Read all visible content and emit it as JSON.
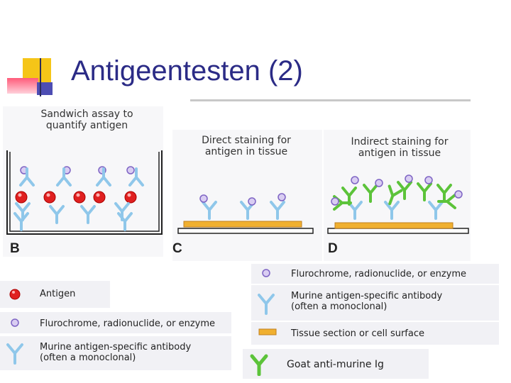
{
  "slide": {
    "title": "Antigeentesten (2)"
  },
  "panel_b": {
    "caption_line1": "Sandwich assay to",
    "caption_line2": "quantify antigen",
    "letter": "B"
  },
  "panel_c": {
    "caption_line1": "Direct staining for",
    "caption_line2": "antigen in tissue",
    "letter": "C"
  },
  "panel_d": {
    "caption_line1": "Indirect staining for",
    "caption_line2": "antigen in tissue",
    "letter": "D"
  },
  "legend_left": {
    "antigen": "Antigen",
    "marker": "Flurochrome, radionuclide, or enzyme",
    "antibody_line1": "Murine antigen-specific antibody",
    "antibody_line2": "(often a monoclonal)"
  },
  "legend_right": {
    "marker": "Flurochrome, radionuclide, or enzyme",
    "antibody_line1": "Murine antigen-specific antibody",
    "antibody_line2": "(often a monoclonal)",
    "tissue": "Tissue section or cell surface",
    "goat": "Goat anti-murine Ig"
  },
  "colors": {
    "title": "#2b2b86",
    "antibody": "#8fc7ea",
    "marker": "#a78fd6",
    "antigen": "#e02020",
    "goat": "#5cc33a",
    "tissue": "#f0b030"
  }
}
